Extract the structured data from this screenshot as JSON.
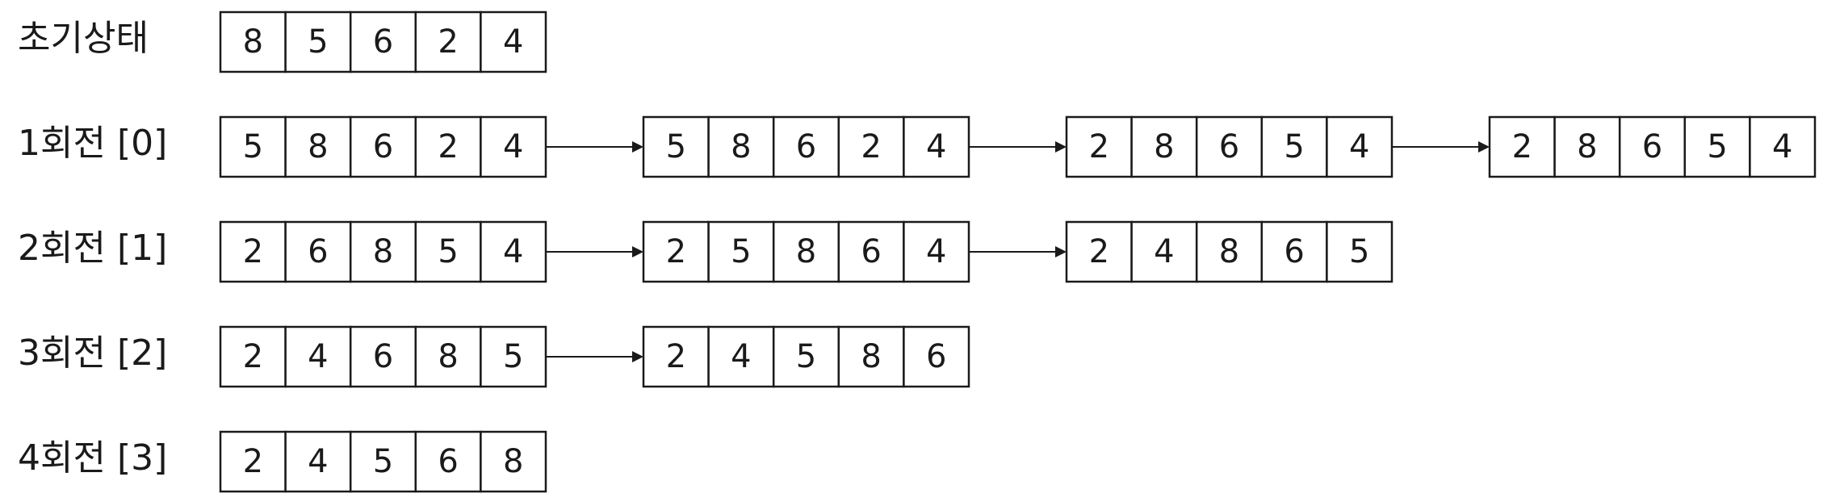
{
  "rows": [
    {
      "label": "초기상태",
      "arrays": [
        [
          8,
          5,
          6,
          2,
          4
        ]
      ]
    },
    {
      "label": "1회전 [0]",
      "arrays": [
        [
          5,
          8,
          6,
          2,
          4
        ],
        [
          5,
          8,
          6,
          2,
          4
        ],
        [
          2,
          8,
          6,
          5,
          4
        ],
        [
          2,
          8,
          6,
          5,
          4
        ]
      ]
    },
    {
      "label": "2회전 [1]",
      "arrays": [
        [
          2,
          6,
          8,
          5,
          4
        ],
        [
          2,
          5,
          8,
          6,
          4
        ],
        [
          2,
          4,
          8,
          6,
          5
        ]
      ]
    },
    {
      "label": "3회전 [2]",
      "arrays": [
        [
          2,
          4,
          6,
          8,
          5
        ],
        [
          2,
          4,
          5,
          8,
          6
        ]
      ]
    },
    {
      "label": "4회전 [3]",
      "arrays": [
        [
          2,
          4,
          5,
          6,
          8
        ]
      ]
    }
  ]
}
